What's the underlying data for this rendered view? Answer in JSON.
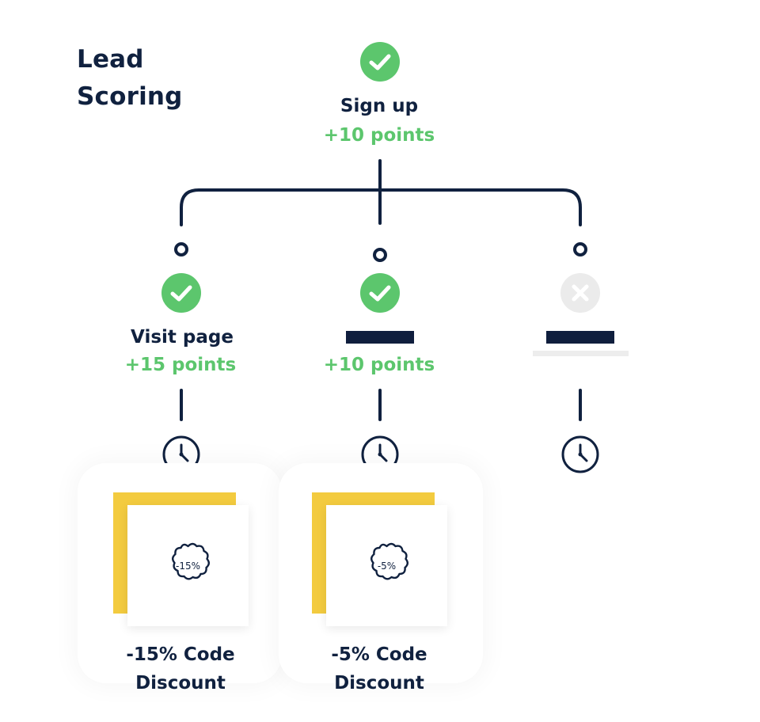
{
  "title": {
    "line1": "Lead",
    "line2": "Scoring"
  },
  "root": {
    "label": "Sign up",
    "points": "+10 points",
    "status": "checked"
  },
  "branches": [
    {
      "label": "Visit page",
      "points": "+15 points",
      "status": "checked"
    },
    {
      "label": "",
      "points": "+10 points",
      "status": "checked"
    },
    {
      "label": "",
      "points": "",
      "status": "failed"
    }
  ],
  "discounts": [
    {
      "badge": "-15%",
      "line1": "-15% Code",
      "line2": "Discount"
    },
    {
      "badge": "-5%",
      "line1": "-5% Code",
      "line2": "Discount"
    }
  ],
  "colors": {
    "navy": "#10213f",
    "green": "#5cc66d",
    "yellow": "#f3cb3f",
    "disabled": "#ebebeb"
  },
  "icons": [
    "check-icon",
    "x-icon",
    "clock-icon",
    "discount-badge-icon"
  ]
}
